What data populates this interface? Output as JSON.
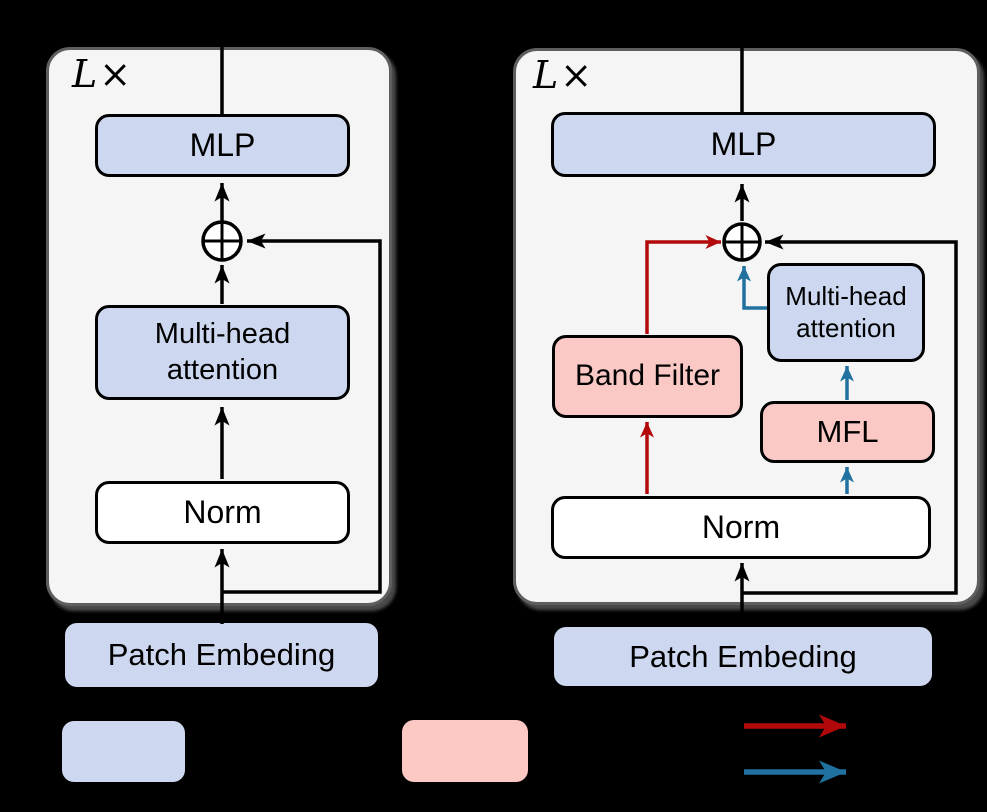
{
  "left_panel": {
    "repeat_label": "L×",
    "boxes": {
      "mlp": "MLP",
      "attention": "Multi-head attention",
      "norm": "Norm"
    },
    "patch_label": "Patch Embeding"
  },
  "right_panel": {
    "repeat_label": "L×",
    "boxes": {
      "mlp": "MLP",
      "band_filter": "Band Filter",
      "attention": "Multi-head attention",
      "mfl": "MFL",
      "norm": "Norm"
    },
    "patch_label": "Patch Embeding"
  },
  "legend": {
    "blue_swatch_color": "#cdd8f0",
    "pink_swatch_color": "#fcc8c4",
    "red_arrow_color": "#b20a0a",
    "blue_arrow_color": "#2071a0"
  },
  "colors": {
    "background": "#000000",
    "panel_fill": "#f5f5f5",
    "panel_border": "#5e5e5e",
    "node_blue": "#cdd8f0",
    "node_pink": "#fbc9c5",
    "node_white": "#ffffff",
    "connector_black": "#000000",
    "connector_red": "#b20a0a",
    "connector_blue": "#2071a0"
  }
}
